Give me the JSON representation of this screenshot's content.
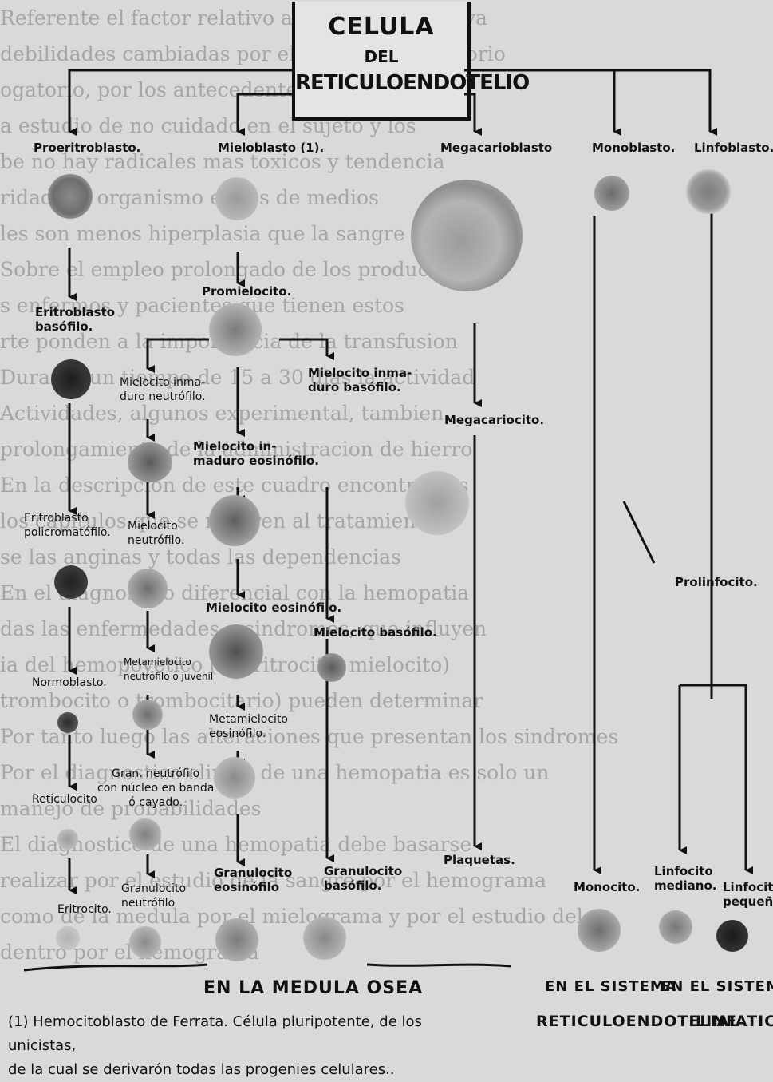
{
  "title": {
    "line1": "CELULA",
    "line2": "DEL",
    "line3": "RETICULOENDOTELIO"
  },
  "background_text": [
    "Referente el factor relativo a las alteraciones ya",
    "debilidades cambiadas por el sistema respiratorio",
    "ogatorio, por los antecedentes de ayer ciertos",
    "a estudio de no cuidado en el sujeto y los",
    "be no hay radicales mas toxicos y tendencia",
    "ridad del organismo en los de medios",
    "les son menos hiperplasia que la sangre",
    "Sobre el empleo prolongado de los productos",
    "s enfermos y pacientes que tienen estos",
    "rte ponden a la importancia de la transfusion",
    "Durante un tiempo de 15 a 30 dias la actividad",
    "Actividades, algunos experimental, tambien",
    "prolongamiento de la administracion de hierro",
    "En la descripcion de este cuadro encontramos",
    "los capitulos que se refieren al tratamiento",
    "se las anginas y todas las dependencias",
    "En el diagnostico diferencial con la hemopatia",
    "das las enfermedades o sindromes, que influyen",
    "ia del hemopoyetico (el eritrocito, mielocito)",
    "trombocito o trombocitario) pueden determinar",
    "Por tanto luego las alteraciones que presentan los sindromes",
    "Por el diagnostico clinico de una hemopatia es solo un",
    "manejo de probabilidades",
    "El diagnostico de una hemopatia debe basarse",
    "realizar por el estudio de la sangre por el hemograma",
    "como de la medula por el mielograma y por el estudio del",
    "dentro por el hemograma"
  ],
  "columns": {
    "proeritroblasto": "Proeritroblasto.",
    "mieloblasto": "Mieloblasto (1).",
    "megacarioblasto": "Megacarioblasto",
    "monoblasto": "Monoblasto.",
    "linfoblasto": "Linfoblasto."
  },
  "labels": {
    "eritroblasto_basofilo": "Eritroblasto\nbasófilo.",
    "eritroblasto_policromatofilo": "Eritroblasto\npolicromatófilo.",
    "normoblasto": "Normoblasto.",
    "reticulocito": "Reticulocito",
    "eritrocito": "Eritrocito.",
    "promielocito": "Promielocito.",
    "mielocito_inmaduro_neutrofilo": "Mielocito inma-\nduro neutrófilo.",
    "mielocito_inmaduro_basofilo": "Mielocito inma-\nduro basófilo.",
    "mielocito_inmaduro_eosinofilo": "Mielocito in-\nmaduro eosinófilo.",
    "mielocito_neutrofilo": "Mielocito\nneutrófilo.",
    "mielocito_eosinofilo": "Mielocito eosinófilo.",
    "mielocito_basofilo": "Mielocito basófilo.",
    "metamielocito_neutrofilo": "Metamielocito\nneutrófilo o juvenil",
    "metamielocito_eosinofilo": "Metamielocito\neosinófilo.",
    "gran_neutrofilo_banda": "Gran. neutrófilo\ncon núcleo en banda\nó cayado.",
    "granulocito_neutrofilo": "Granulocito\nneutrófilo",
    "granulocito_eosinofilo": "Granulocito\neosinófilo",
    "granulocito_basofilo": "Granulocito\nbasófilo.",
    "megacariocito": "Megacariocito.",
    "plaquetas": "Plaquetas.",
    "monocito": "Monocito.",
    "prolinfocito": "Prolinfocito.",
    "linfocito_mediano": "Linfocito\nmediano.",
    "linfocito_pequeno": "Linfocito\npequeño."
  },
  "footer": {
    "medula": "EN LA MEDULA OSEA",
    "sistema1_line1": "EN EL SISTEMA",
    "sistema1_line2": "RETICULOENDOTELIAL",
    "sistema2_line1": "EN EL SISTEMA",
    "sistema2_line2": "LINFATICO"
  },
  "footnote": "(1) Hemocitoblasto de Ferrata. Célula pluripotente, de los unicistas,\nde la cual se derivarón todas las progenies celulares..",
  "colors": {
    "ink": "#111111",
    "paper": "#d9d9d7",
    "cell_dark": "#2a2a2a",
    "cell_light": "#bdbdbb"
  }
}
